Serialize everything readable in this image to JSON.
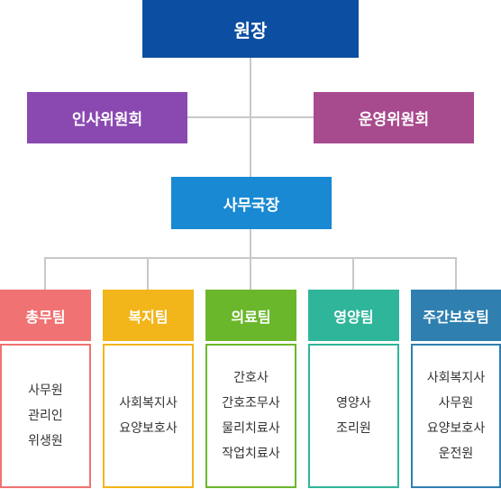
{
  "top": {
    "label": "원장",
    "color": "#0b4ea2"
  },
  "committees": [
    {
      "label": "인사위원회",
      "color": "#8a49b0"
    },
    {
      "label": "운영위원회",
      "color": "#a84a8e"
    }
  ],
  "secretariat": {
    "label": "사무국장",
    "color": "#1889d2"
  },
  "teams": [
    {
      "label": "총무팀",
      "color": "#f07272",
      "members": [
        "사무원",
        "관리인",
        "위생원"
      ]
    },
    {
      "label": "복지팀",
      "color": "#f2b51a",
      "members": [
        "사회복지사",
        "요양보호사"
      ]
    },
    {
      "label": "의료팀",
      "color": "#6ab72c",
      "members": [
        "간호사",
        "간호조무사",
        "물리치료사",
        "작업치료사"
      ]
    },
    {
      "label": "영양팀",
      "color": "#2fb59a",
      "members": [
        "영양사",
        "조리원"
      ]
    },
    {
      "label": "주간보호팀",
      "color": "#2f7fb0",
      "members": [
        "사회복지사",
        "사무원",
        "요양보호사",
        "운전원"
      ]
    }
  ]
}
